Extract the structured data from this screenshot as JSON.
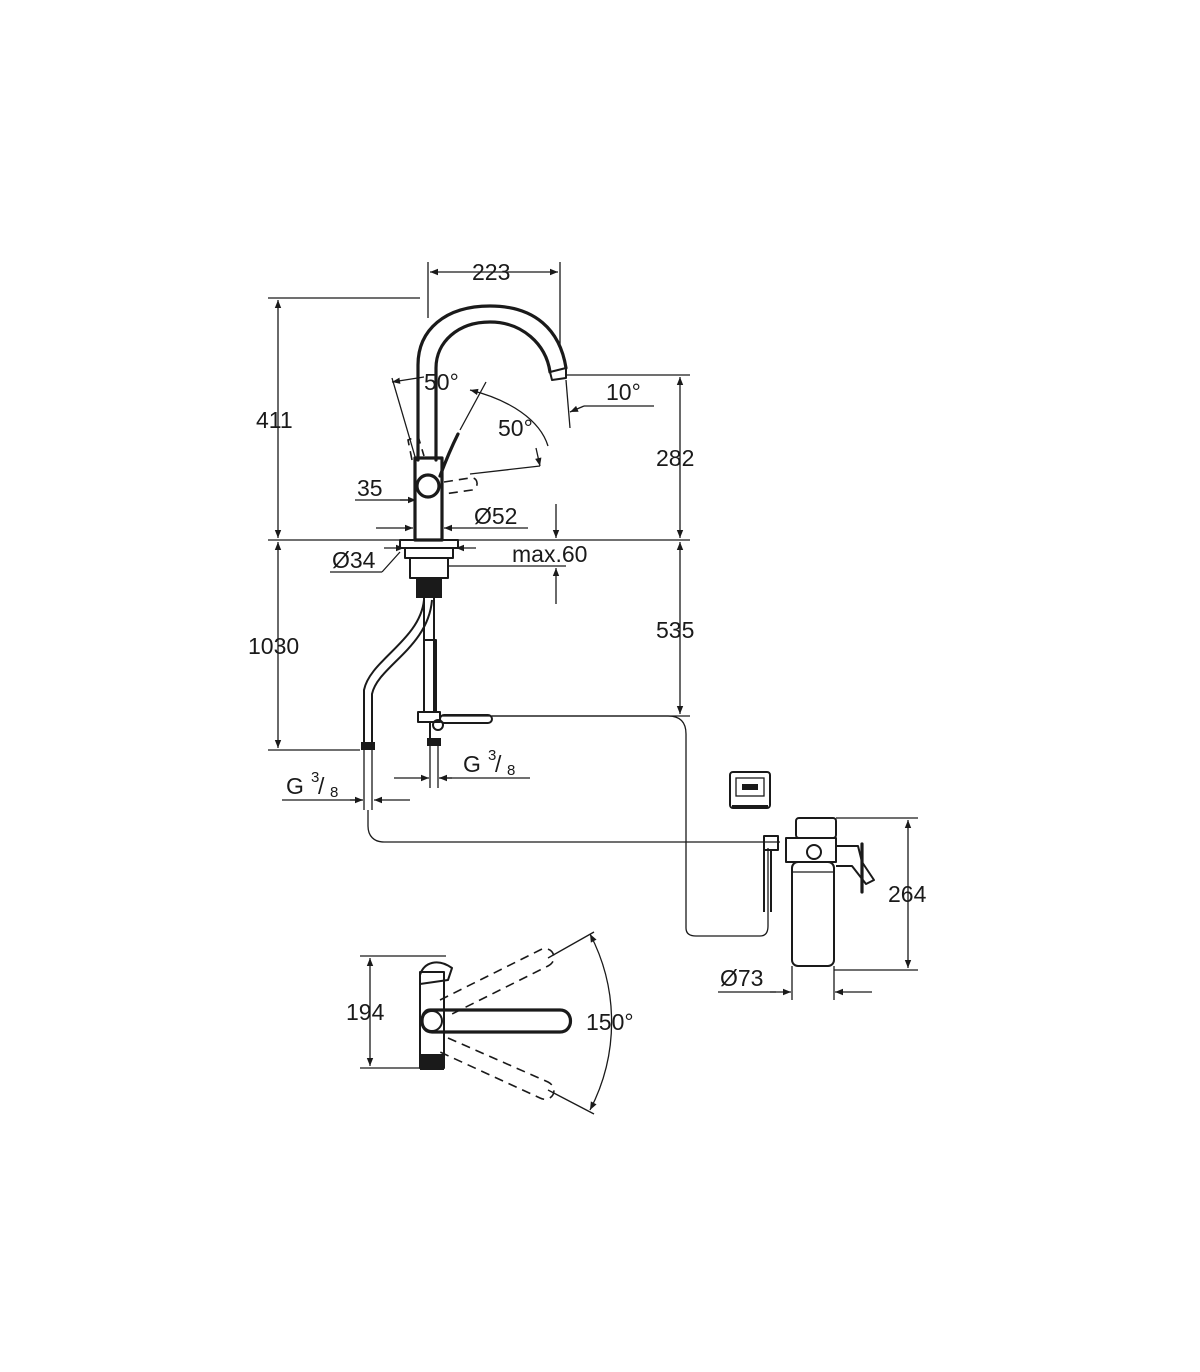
{
  "dimensions": {
    "spout_reach": "223",
    "total_height": "411",
    "lever_angle_left": "50°",
    "lever_angle_right": "50°",
    "spout_tilt": "10°",
    "spout_height": "282",
    "lever_offset": "35",
    "body_diameter": "Ø52",
    "base_diameter": "Ø34",
    "max_countertop": "max.60",
    "hose_length": "1030",
    "under_sink_depth": "535",
    "connection_left": "G",
    "connection_left_num": "3",
    "connection_left_den": "8",
    "connection_right": "G",
    "connection_right_num": "3",
    "connection_right_den": "8",
    "filter_height": "264",
    "filter_diameter": "Ø73",
    "top_view_height": "194",
    "swivel_angle": "150°"
  },
  "icons": {
    "filter_display": "filter-monitor-icon"
  }
}
